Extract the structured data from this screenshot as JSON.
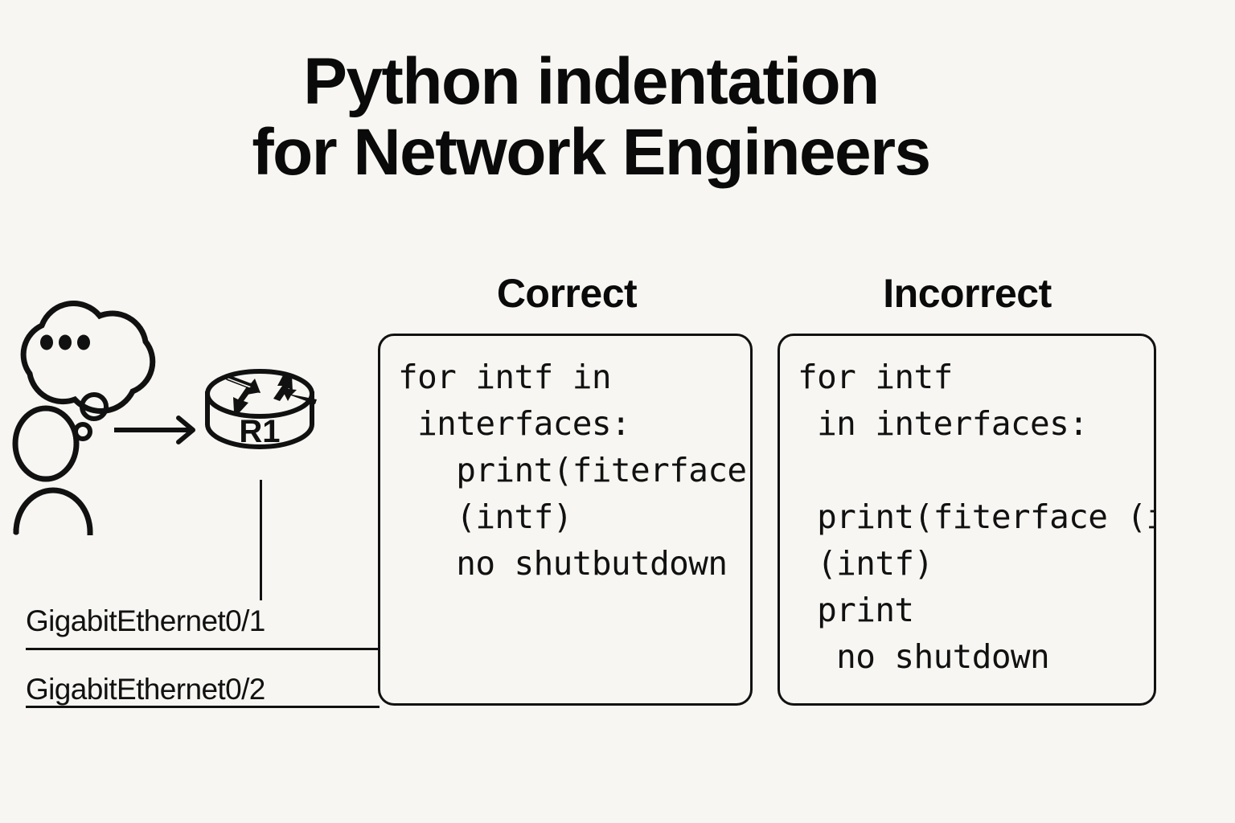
{
  "page": {
    "background_color": "#f7f6f2",
    "ink_color": "#111111"
  },
  "title": {
    "line1": "Python indentation",
    "line2": "for Network Engineers"
  },
  "columns": {
    "correct_heading": "Correct",
    "incorrect_heading": "Incorrect"
  },
  "code": {
    "correct": "for intf in\n interfaces:\n   print(fiterface\n   (intf)\n   no shutbutdown",
    "incorrect": "for intf\n in interfaces:\n\n print(fiterface (intf)\n (intf)\n print\n  no shutdown"
  },
  "diagram": {
    "thought_bubble": {
      "name": "thought-bubble",
      "dots": "• • •",
      "dot_count": 3
    },
    "person": {
      "name": "engineer-figure"
    },
    "arrow": {
      "name": "flow-arrow",
      "direction": "right"
    },
    "router": {
      "name": "router-icon",
      "label": "R1",
      "arrow_count": 4
    },
    "interfaces": [
      {
        "label": "GigabitEthernet0/1"
      },
      {
        "label": "GigabitEthernet0/2"
      }
    ]
  }
}
